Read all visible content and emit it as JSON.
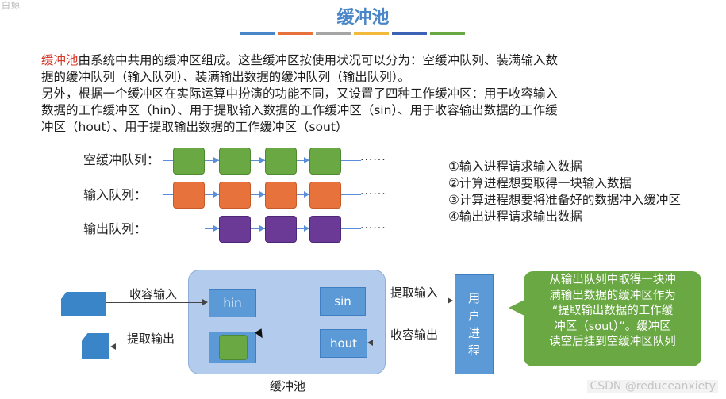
{
  "corner_text": "白鲸 ",
  "title": "缓冲池",
  "stripe_colors": [
    "#4a86c8",
    "#e8723c",
    "#a5a5a5",
    "#f2b93b",
    "#3b62b5",
    "#6aa843"
  ],
  "paragraph": {
    "term": "缓冲池",
    "line1_rest": "由系统中共用的缓冲区组成。这些缓冲区按使用状况可以分为：空缓冲队列、装满输入数",
    "line2": "据的缓冲队列（输入队列）、装满输出数据的缓冲队列（输出队列）。",
    "line3": "另外，根据一个缓冲区在实际运算中扮演的功能不同，又设置了四种工作缓冲区：用于收容输入",
    "line4": "数据的工作缓冲区（hin）、用于提取输入数据的工作缓冲区（sin）、用于收容输出数据的工作缓",
    "line5": "冲区（hout）、用于提取输出数据的工作缓冲区（sout）"
  },
  "queues": [
    {
      "label": "空缓冲队列：",
      "color": "#6aa843",
      "dots": "......"
    },
    {
      "label": "输入队列：",
      "color": "#e8723c",
      "dots": "......"
    },
    {
      "label": "输出队列：",
      "color": "#6a3a96",
      "dots": "......"
    }
  ],
  "notes": [
    "①输入进程请求输入数据",
    "②计算进程想要取得一块输入数据",
    "③计算进程想要将准备好的数据冲入缓冲区",
    "④输出进程请求输出数据"
  ],
  "diagram": {
    "pool_label": "缓冲池",
    "hin": "hin",
    "sin": "sin",
    "hout": "hout",
    "collect_input": "收容输入",
    "extract_output": "提取输出",
    "extract_input": "提取输入",
    "collect_output": "收容输出",
    "user_process": [
      "用",
      "户",
      "进",
      "程"
    ]
  },
  "bubble_text": [
    "从输出队列中取得一块冲",
    "满输出数据的缓冲区作为",
    "“提取输出数据的工作缓",
    "冲区（sout）”。缓冲区",
    "读空后挂到空缓冲区队列"
  ],
  "watermark": "CSDN @reduceanxiety"
}
